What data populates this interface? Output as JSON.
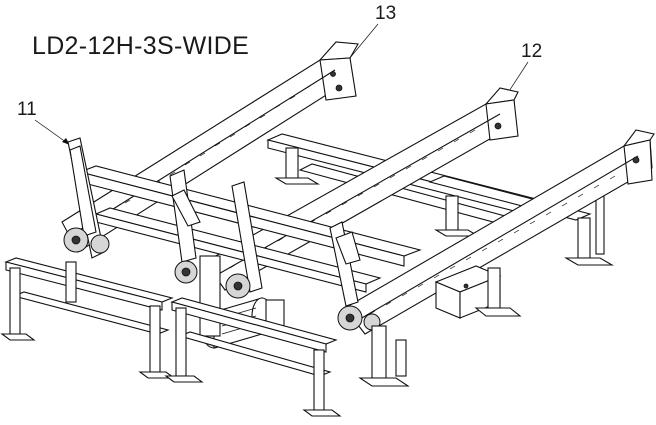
{
  "drawing": {
    "title": "LD2-12H-3S-WIDE",
    "callouts": [
      {
        "id": "13",
        "label": "13"
      },
      {
        "id": "12",
        "label": "12"
      },
      {
        "id": "11",
        "label": "11"
      }
    ]
  },
  "colors": {
    "line": "#111111",
    "background": "#ffffff",
    "shade": "#d6d6d6"
  }
}
